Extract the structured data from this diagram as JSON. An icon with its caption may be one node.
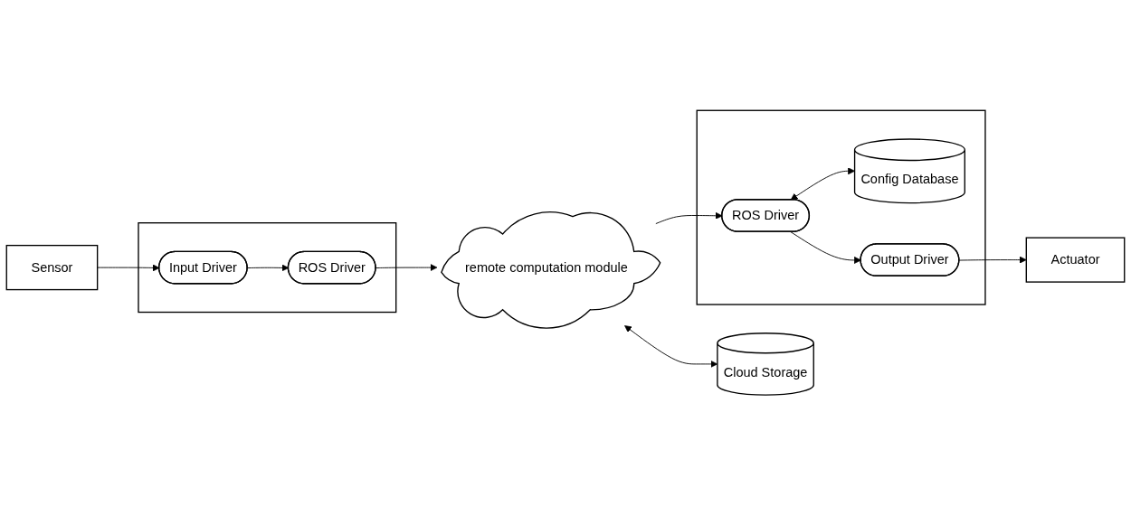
{
  "diagram": {
    "nodes": [
      {
        "text": [
          "remote computation module"
        ]
      },
      {
        "text": [
          "Cloud Storage"
        ]
      },
      {
        "text": [],
        "shape": "box"
      },
      {
        "text": [
          "Input Driver"
        ],
        "in": 2
      },
      {
        "text": [
          "ROS Driver"
        ],
        "in": 2
      },
      {
        "text": [],
        "shape": "box"
      },
      {
        "text": [
          "ROS Driver"
        ],
        "in": 5
      },
      {
        "text": [
          "Config Database"
        ],
        "in": 5
      },
      {
        "text": [
          "Output Driver"
        ],
        "in": 5
      },
      {
        "text": [
          "Sensor"
        ]
      },
      {
        "text": [
          "Actuator"
        ]
      }
    ],
    "edges": [
      {
        "from": 9,
        "to": 3,
        "arrow": "to"
      },
      {
        "from": 3,
        "to": 4,
        "arrow": "to"
      },
      {
        "from": 4,
        "to": 0,
        "arrow": "to"
      },
      {
        "from": 0,
        "to": 1,
        "arrow": "both"
      },
      {
        "from": 0,
        "to": 6,
        "arrow": "to"
      },
      {
        "from": 6,
        "to": 7,
        "arrow": "both"
      },
      {
        "from": 6,
        "to": 8,
        "arrow": "to"
      },
      {
        "from": 8,
        "to": 10,
        "arrow": "to"
      }
    ]
  }
}
